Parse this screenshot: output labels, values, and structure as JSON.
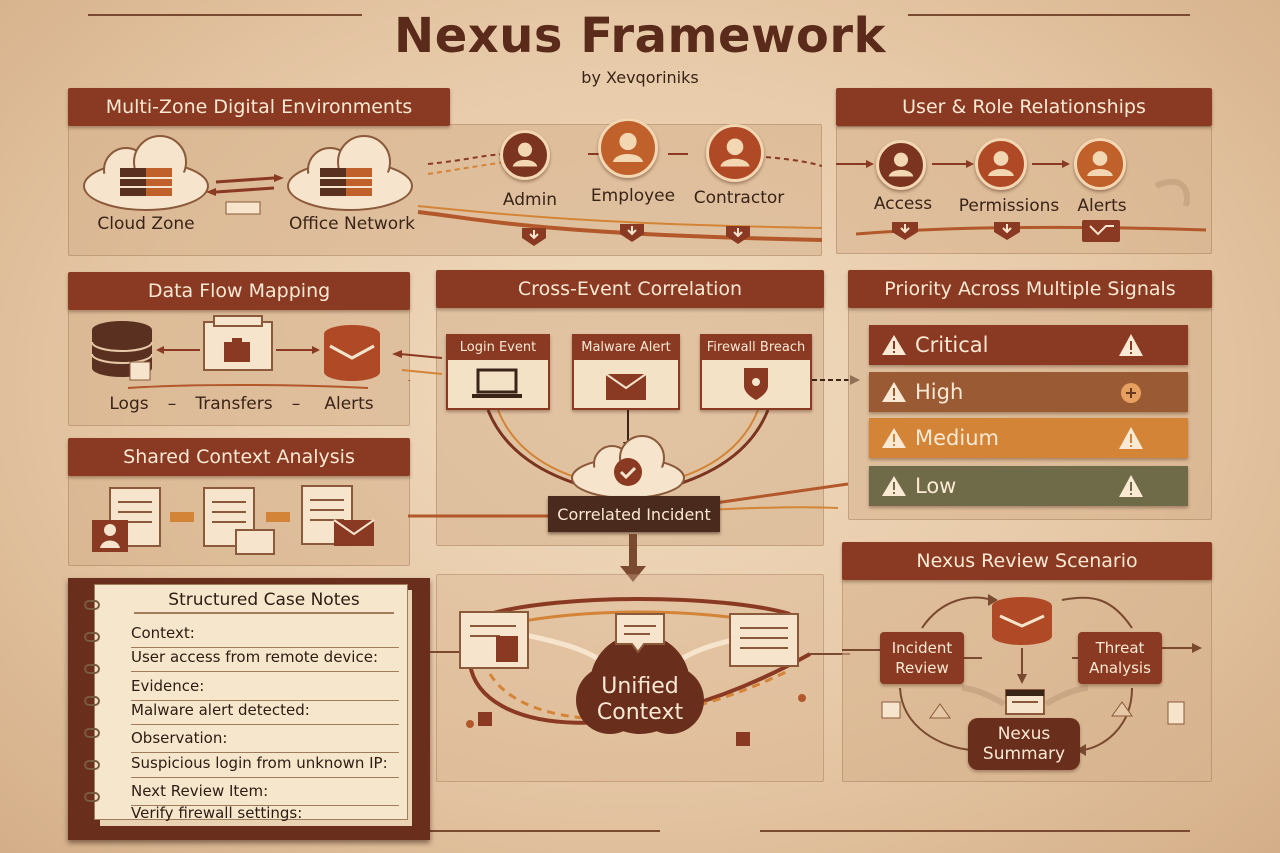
{
  "title": "Nexus Framework",
  "subtitle": "by Xevqoriniks",
  "colors": {
    "header": "#8a3a22",
    "critical": "#8a3a22",
    "high": "#9a5a34",
    "medium": "#d38436",
    "low": "#6f6a47",
    "paper": "#f4e2c6"
  },
  "multizone": {
    "title": "Multi-Zone Digital Environments",
    "cloud_label": "Cloud Zone",
    "office_label": "Office Network",
    "roles": [
      "Admin",
      "Employee",
      "Contractor"
    ]
  },
  "user_roles": {
    "title": "User & Role Relationships",
    "items": [
      "Access",
      "Permissions",
      "Alerts"
    ]
  },
  "data_flow": {
    "title": "Data Flow Mapping",
    "items": [
      "Logs",
      "Transfers",
      "Alerts"
    ],
    "separator": "–"
  },
  "correlation": {
    "title": "Cross-Event Correlation",
    "events": [
      "Login Event",
      "Malware Alert",
      "Firewall Breach"
    ],
    "result": "Correlated Incident"
  },
  "priority": {
    "title": "Priority Across Multiple Signals",
    "levels": [
      "Critical",
      "High",
      "Medium",
      "Low"
    ]
  },
  "shared_context": {
    "title": "Shared Context Analysis"
  },
  "case_notes": {
    "title": "Structured Case Notes",
    "lines": [
      "Context:",
      "User access from remote device:",
      "Evidence:",
      "Malware alert detected:",
      "Observation:",
      "Suspicious login from unknown IP:",
      "Next Review Item:",
      "Verify firewall settings:"
    ]
  },
  "unified": {
    "line1": "Unified",
    "line2": "Context"
  },
  "review": {
    "title": "Nexus Review Scenario",
    "incident_1": "Incident",
    "incident_2": "Review",
    "threat_1": "Threat",
    "threat_2": "Analysis",
    "summary_1": "Nexus",
    "summary_2": "Summary"
  }
}
